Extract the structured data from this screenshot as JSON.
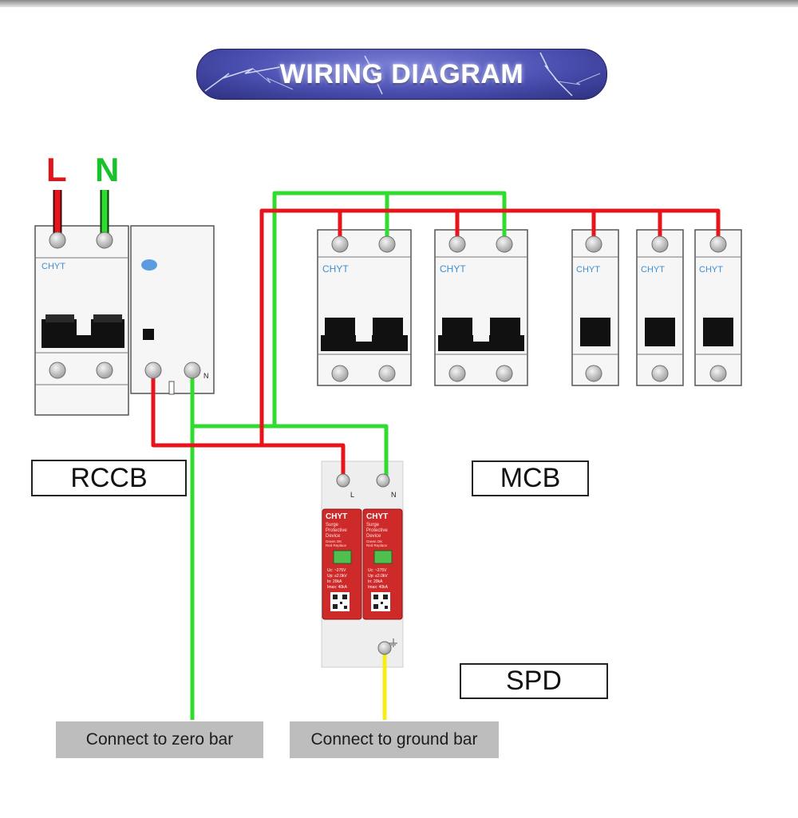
{
  "title": "WIRING DIAGRAM",
  "phases": {
    "live": "L",
    "neutral": "N"
  },
  "brand": "CHYT",
  "labels": {
    "rccb": "RCCB",
    "mcb": "MCB",
    "spd": "SPD",
    "zero_bar": "Connect to zero bar",
    "ground_bar": "Connect to ground bar"
  },
  "terminal_marks": {
    "rccb_n": "N",
    "spd_l": "L",
    "spd_n": "N"
  },
  "spd_module": {
    "name_lines": [
      "Surge",
      "Protective",
      "Device"
    ],
    "status_lines": [
      "Green OK",
      "Red Replace"
    ],
    "spec_lines": [
      "Uc: ~275V",
      "Up: ≤2.0kV",
      "In: 20kA",
      "Imax: 40kA"
    ]
  },
  "colors": {
    "live_wire": "#e8141b",
    "neutral_wire": "#2fdc2f",
    "ground_wire": "#f4ee16",
    "spd_body": "#cf2a2a",
    "brand_text": "#3b8fd6"
  },
  "icons": [
    "lightning-bolt-icon",
    "ground-symbol-icon"
  ]
}
